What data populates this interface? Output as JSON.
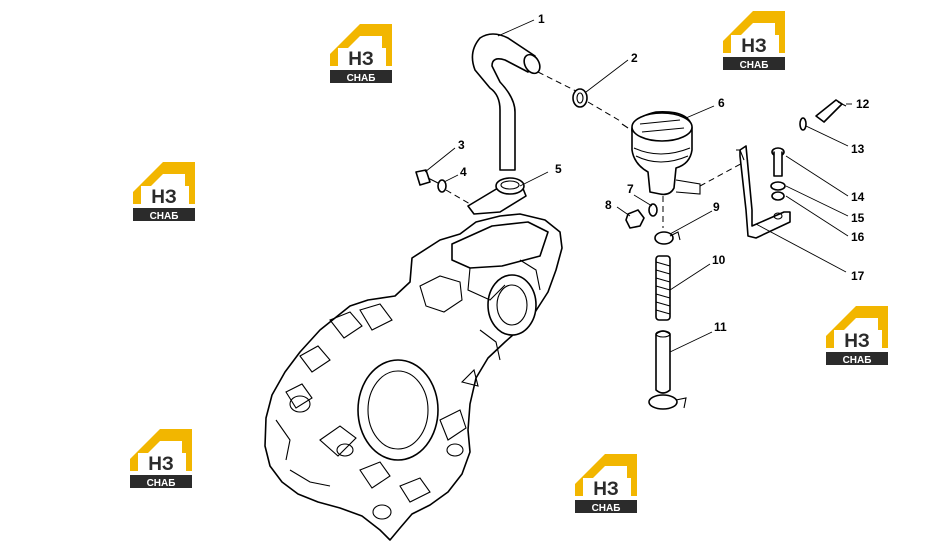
{
  "diagram": {
    "callouts": [
      {
        "id": "1",
        "label": "1"
      },
      {
        "id": "2",
        "label": "2"
      },
      {
        "id": "3",
        "label": "3"
      },
      {
        "id": "4",
        "label": "4"
      },
      {
        "id": "5",
        "label": "5"
      },
      {
        "id": "6",
        "label": "6"
      },
      {
        "id": "7",
        "label": "7"
      },
      {
        "id": "8",
        "label": "8"
      },
      {
        "id": "9",
        "label": "9"
      },
      {
        "id": "10",
        "label": "10"
      },
      {
        "id": "11",
        "label": "11"
      },
      {
        "id": "12",
        "label": "12"
      },
      {
        "id": "13",
        "label": "13"
      },
      {
        "id": "14",
        "label": "14"
      },
      {
        "id": "15",
        "label": "15"
      },
      {
        "id": "16",
        "label": "16"
      },
      {
        "id": "17",
        "label": "17"
      }
    ]
  },
  "watermark": {
    "letters": "НЗ",
    "subtitle": "СНАБ",
    "colors": {
      "roof": "#f2b600",
      "body": "#2b2b2b",
      "text": "#ffffff",
      "letters": "#2b2b2b"
    }
  }
}
